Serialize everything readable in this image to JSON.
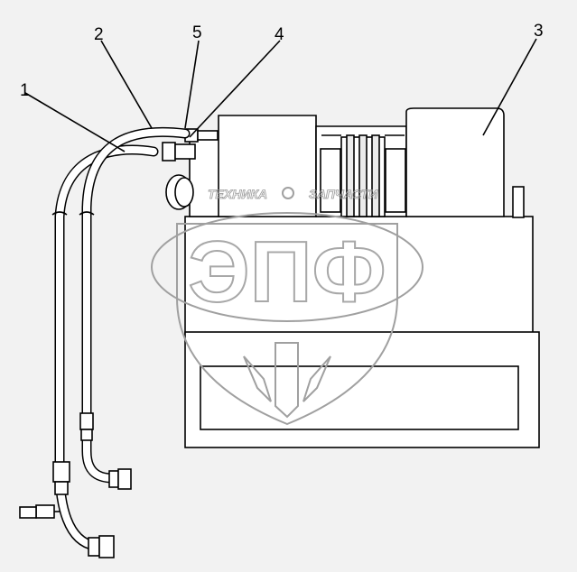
{
  "callouts": [
    {
      "id": "1",
      "label": "1"
    },
    {
      "id": "2",
      "label": "2"
    },
    {
      "id": "3",
      "label": "3"
    },
    {
      "id": "4",
      "label": "4"
    },
    {
      "id": "5",
      "label": "5"
    }
  ],
  "watermark": {
    "left_text": "ТЕХНИКА",
    "right_text": "ЗАПЧАСТИ",
    "logo_text": "ЭПФ"
  }
}
